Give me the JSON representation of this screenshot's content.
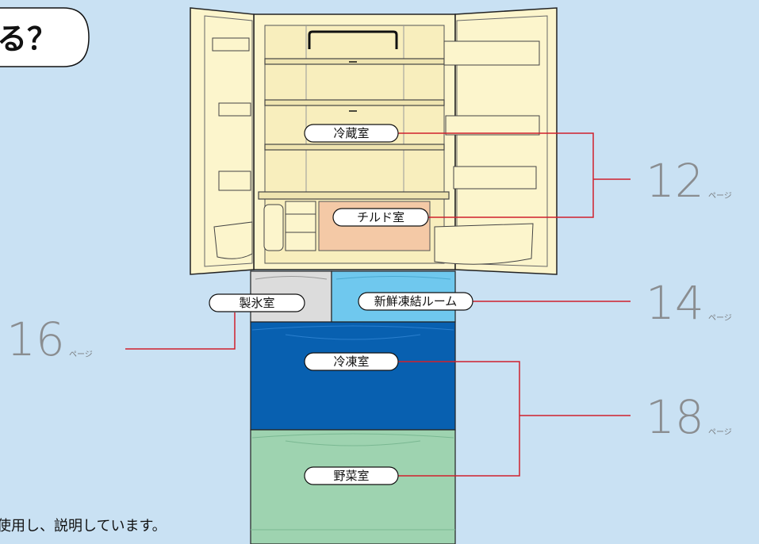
{
  "title_fragment": "る？",
  "note_fragment": "使用し、説明しています。",
  "page_suffix": "ページ",
  "compartments": {
    "refrigerator": "冷蔵室",
    "chilled": "チルド室",
    "ice": "製氷室",
    "fresh_freeze": "新鮮凍結ルーム",
    "freezer": "冷凍室",
    "vegetable": "野菜室"
  },
  "page_refs": {
    "refrigerator_chilled": "12",
    "fresh_freeze": "14",
    "ice": "16",
    "freezer_vegetable": "18"
  },
  "colors": {
    "background": "#c9e1f3",
    "leader_line": "#d0202c",
    "interior": "#fcf5cc",
    "chilled": "#f4c9a6",
    "ice_room": "#dcdcdc",
    "fresh_freeze": "#6fc8ee",
    "freezer": "#0860b0",
    "vegetable": "#9ed3b0"
  }
}
